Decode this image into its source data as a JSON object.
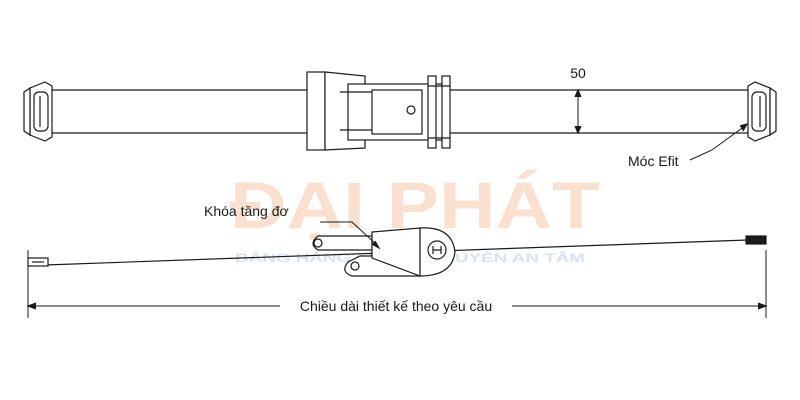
{
  "labels": {
    "dimension": "50",
    "hook": "Móc Efit",
    "ratchet": "Khóa tăng đơ",
    "length": "Chiều dài thiết kế theo yêu cầu"
  },
  "watermark": {
    "brand": "ĐẠI PHÁT",
    "tagline": "BẢNG HÀNG • NHẬN CHUYÊN AN TÂM"
  },
  "colors": {
    "line": "#1a1a1a",
    "watermark_orange": "#f6c9a8",
    "watermark_blue": "#b9cde6"
  }
}
